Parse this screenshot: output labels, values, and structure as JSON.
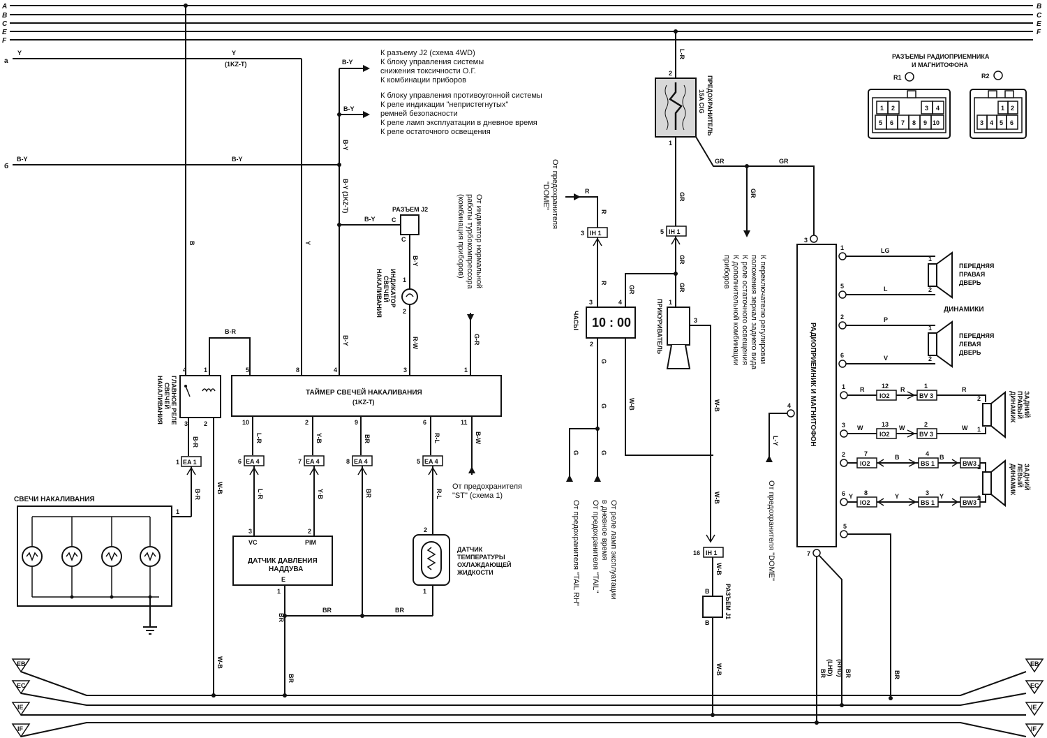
{
  "bus_lines": {
    "top_left": [
      "A",
      "B",
      "C",
      "E",
      "F"
    ],
    "top_right": [
      "B",
      "C",
      "E",
      "F"
    ],
    "bottom": [
      "EB",
      "EC",
      "IE",
      "IF"
    ]
  },
  "inputs": {
    "a": "a",
    "a_wire": "Y",
    "a_wire2": "Y",
    "a_variant": "(1KZ-T)",
    "b": "б",
    "b_wire": "B-Y",
    "b_wire2": "B-Y"
  },
  "destinations_1": {
    "wire": "B-Y",
    "lines": [
      "К разъему J2 (схема 4WD)",
      "К блоку управления системы",
      "снижения токсичности О.Г.",
      "К комбинации приборов"
    ]
  },
  "destinations_2": {
    "wire": "B-Y",
    "lines": [
      "К блоку управления противоугонной системы",
      "К реле индикации \"непристегнутых\"",
      "ремней безопасности",
      "К реле ламп эксплуатации в дневное время",
      "К реле остаточного освещения"
    ]
  },
  "wires": {
    "by_vert": "B-Y",
    "by_1kzt": "B-Y (1KZ-T)",
    "b_vert": "B",
    "y_vert": "Y",
    "by_j2": "B-Y",
    "by_ind": "B-Y",
    "rw": "R-W",
    "gr_in": "G-R",
    "br_top": "B-R",
    "br1": "B-R",
    "br2": "B-R",
    "wb_left": "W-B",
    "by_lower": "B-Y",
    "lr1": "L-R",
    "lr2": "L-R",
    "yb1": "Y-B",
    "yb2": "Y-B",
    "br_a": "BR",
    "br_b": "BR",
    "rl1": "R-L",
    "rl2": "R-L",
    "bw": "B-W",
    "br_bot1": "BR",
    "br_bot2": "BR",
    "br_bot3": "BR",
    "br_ground": "BR",
    "wb_ground": "W-B"
  },
  "connector_j2": {
    "title": "РАЗЪЕМ J2",
    "pin_top": "C",
    "pin_bot": "C"
  },
  "indicator": {
    "label_lines": [
      "ИНДИКАТОР",
      "СВЕЧЕЙ",
      "НАКАЛИВАНИЯ"
    ],
    "pin1": "1",
    "pin2": "2"
  },
  "turbo_note": [
    "От индикатор нормальной",
    "работы турбокомпрессора",
    "(комбинация приборов)"
  ],
  "relay": {
    "label_lines": [
      "ГЛАВНОЕ РЕЛЕ",
      "СВЕЧЕЙ",
      "НАКАЛИВАНИЯ"
    ],
    "p4": "4",
    "p1": "1",
    "p3": "3",
    "p2": "2"
  },
  "timer": {
    "title": "ТАЙМЕР СВЕЧЕЙ НАКАЛИВАНИЯ",
    "subtitle": "(1KZ-T)",
    "top_pins": [
      "5",
      "8",
      "4",
      "3",
      "1"
    ],
    "bottom_pins": [
      "10",
      "2",
      "9",
      "6",
      "11"
    ]
  },
  "connectors": {
    "ea1": "EA 1",
    "ea1_pin": "1",
    "ea4": "EA 4",
    "ea4_pins": [
      "6",
      "7",
      "8",
      "5"
    ],
    "ih1": "IH 1",
    "ih1_clock_pin": "3",
    "ih1_fuse_pin": "5",
    "ih1_j1_pin": "16",
    "io2": "IO2",
    "bv3": "BV 3",
    "bs1": "BS 1",
    "bw3": "BW3"
  },
  "st_fuse": [
    "От предохранителя",
    "\"ST\" (схема 1)"
  ],
  "glow_plugs": {
    "title": "СВЕЧИ НАКАЛИВАНИЯ",
    "pin": "1"
  },
  "boost_sensor": {
    "title_lines": [
      "ДАТЧИК ДАВЛЕНИЯ",
      "НАДДУВА"
    ],
    "vc": "VC",
    "pim": "PIM",
    "e": "E",
    "p3": "3",
    "p2": "2",
    "p1": "1"
  },
  "coolant_sensor": {
    "title_lines": [
      "ДАТЧИК",
      "ТЕМПЕРАТУРЫ",
      "ОХЛАЖДАЮЩЕЙ",
      "ЖИДКОСТИ"
    ],
    "p2": "2",
    "p1": "1"
  },
  "clock": {
    "display": "10 : 00",
    "label": "ЧАСЫ",
    "p3": "3",
    "p4": "4",
    "p2": "2",
    "wire_r": "R",
    "wire_r2": "R",
    "wire_r3": "R",
    "wire_gr": "GR",
    "wire_g": "G",
    "wire_g2": "G",
    "wire_g3": "G",
    "wire_g4": "G",
    "wire_wb": "W-B",
    "dome_note": [
      "От предохранителя",
      "\"DOME\""
    ],
    "tail_note1": [
      "От реле ламп эксплуатации",
      "в дневное время",
      "От предохранителя \"TAIL\""
    ],
    "tail_note2": [
      "От предохранителя \"TAIL RH\""
    ]
  },
  "fuse": {
    "label_lines": [
      "ПРЕДОХРАНИТЕЛЬ",
      "15A CIG"
    ],
    "wire_lr": "L-R",
    "p2": "2",
    "p1": "1",
    "wire_gr": "GR",
    "wire_gr2": "GR",
    "wire_gr3": "GR"
  },
  "gr_branch": {
    "wire1": "GR",
    "wire2": "GR",
    "wire3": "GR"
  },
  "mirror_note": [
    "К переключателю регулировки",
    "положения зеркал заднего вида",
    "К реле остаточного освещения",
    "К дополнительной комбинации",
    "приборов"
  ],
  "lighter": {
    "label": "ПРИКУРИВАТЕЛЬ",
    "p1": "1",
    "p3": "3",
    "wire_wb": "W-B"
  },
  "connector_j1": {
    "title": "РАЗЪЕМ J1",
    "pin_top": "B",
    "pin_bot": "B",
    "wire_wb": "W-B",
    "wire_wb2": "W-B",
    "wire_wb3": "W-B"
  },
  "radio": {
    "label": "РАДИОПРИЕМНИК И МАГНИТОФОН",
    "pin3": "3",
    "pin4": "4",
    "pin7": "7",
    "dome_note": "От предохранителя \"DOME\"",
    "wire_ly": "L-Y",
    "ground_wires": [
      "BR",
      "BR",
      "BR"
    ],
    "ground_notes": [
      "(LHD)",
      "(RHD)"
    ]
  },
  "speakers": {
    "title": "ДИНАМИКИ",
    "front_right": {
      "label_lines": [
        "ПЕРЕДНЯЯ",
        "ПРАВАЯ",
        "ДВЕРЬ"
      ],
      "wires": [
        "LG",
        "L"
      ],
      "pins": [
        "1",
        "5"
      ],
      "spk_pins": [
        "1",
        "2"
      ]
    },
    "front_left": {
      "label_lines": [
        "ПЕРЕДНЯЯ",
        "ЛЕВАЯ",
        "ДВЕРЬ"
      ],
      "wires": [
        "P",
        "V"
      ],
      "pins": [
        "2",
        "6"
      ],
      "spk_pins": [
        "1",
        "2"
      ]
    },
    "rear_right": {
      "label_lines": [
        "ЗАДНИЙ",
        "ПРАВЫЙ",
        "ДИНАМИК"
      ],
      "wires": [
        "R",
        "R",
        "R",
        "W",
        "W",
        "W"
      ],
      "pins": [
        "1",
        "3"
      ],
      "io2_pins": [
        "12",
        "13"
      ],
      "bv3_pins": [
        "1",
        "2"
      ],
      "spk_pins": [
        "2",
        "1"
      ]
    },
    "rear_left": {
      "label_lines": [
        "ЗАДНИЙ",
        "ЛЕВЫЙ",
        "ДИНАМИК"
      ],
      "wires": [
        "B",
        "B",
        "B",
        "Y",
        "Y",
        "Y"
      ],
      "pins": [
        "2",
        "6"
      ],
      "io2_pins": [
        "7",
        "8"
      ],
      "bs1_pins": [
        "4",
        "3"
      ],
      "bw3_pins": [
        "1",
        "2"
      ],
      "spk_pins": [
        "1",
        "2"
      ]
    },
    "radio_pin5": "5"
  },
  "radio_connectors": {
    "title_lines": [
      "РАЗЪЕМЫ РАДИОПРИЕМНИКА",
      "И МАГНИТОФОНА"
    ],
    "r1": "R1",
    "r2": "R2",
    "r1_top": [
      "1",
      "2",
      "3",
      "4"
    ],
    "r1_bot": [
      "5",
      "6",
      "7",
      "8",
      "9",
      "10"
    ],
    "r2_top": [
      "1",
      "2"
    ],
    "r2_bot": [
      "3",
      "4",
      "5",
      "6"
    ]
  }
}
